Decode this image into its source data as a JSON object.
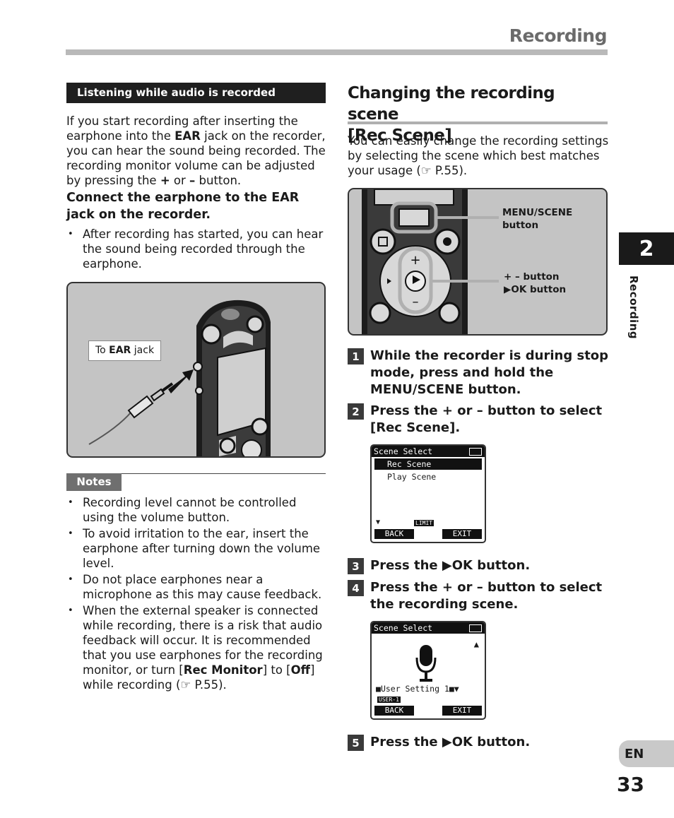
{
  "header": {
    "title": "Recording"
  },
  "side_tab": {
    "chapter": "2",
    "label": "Recording",
    "lang": "EN",
    "page": "33"
  },
  "left": {
    "subheading": "Listening while audio is recorded",
    "intro_a": "If you start recording after inserting the earphone into the ",
    "intro_b": "EAR",
    "intro_c": " jack on the recorder, you can hear the sound being recorded. The recording monitor volume can be adjusted by pressing the ",
    "intro_d": "+",
    "intro_e": " or ",
    "intro_f": "–",
    "intro_g": " button.",
    "connect_heading": "Connect the earphone to the EAR jack on the recorder.",
    "bullet": "After recording has started, you can hear the sound being recorded through the earphone.",
    "figure_callout_a": "To ",
    "figure_callout_b": "EAR",
    "figure_callout_c": " jack",
    "notes_label": "Notes",
    "notes": [
      "Recording level cannot be controlled using the volume button.",
      "To avoid irritation to the ear, insert the earphone after turning down the volume level.",
      "Do not place earphones near a microphone as this may cause feedback."
    ],
    "note4_a": "When the external speaker is connected while recording, there is a risk that audio feedback will occur. It is recommended that you use earphones for the recording monitor, or turn [",
    "note4_b": "Rec Monitor",
    "note4_c": "] to [",
    "note4_d": "Off",
    "note4_e": "] while recording (",
    "note4_f": "☞",
    "note4_g": " P.55)."
  },
  "right": {
    "heading_line1": "Changing the recording scene",
    "heading_line2": "[Rec Scene]",
    "intro_a": "You can easily change the recording settings by selecting the scene which best matches your usage (",
    "intro_b": "☞",
    "intro_c": " P.55).",
    "label_menu_1": "MENU/SCENE",
    "label_menu_2": "button",
    "label_pm_1": "+ – button",
    "label_pm_2": "▶OK button",
    "steps": [
      {
        "num": "1",
        "text": "While the recorder is during stop mode, press and hold the MENU/SCENE button."
      },
      {
        "num": "2",
        "text_a": "Press the + or – button to select [",
        "text_b": "Rec Scene",
        "text_c": "]."
      },
      {
        "num": "3",
        "text": "Press the ▶OK button."
      },
      {
        "num": "4",
        "text": "Press the + or – button to select the recording scene."
      },
      {
        "num": "5",
        "text": "Press the ▶OK button."
      }
    ],
    "lcd1": {
      "title": "Scene Select",
      "rows": [
        "Rec Scene",
        "Play Scene"
      ],
      "badge": "LIMIT",
      "back": "BACK",
      "exit": "EXIT"
    },
    "lcd2": {
      "title": "Scene Select",
      "scene": "User Setting 1",
      "badge": "USER-1",
      "back": "BACK",
      "exit": "EXIT"
    }
  }
}
